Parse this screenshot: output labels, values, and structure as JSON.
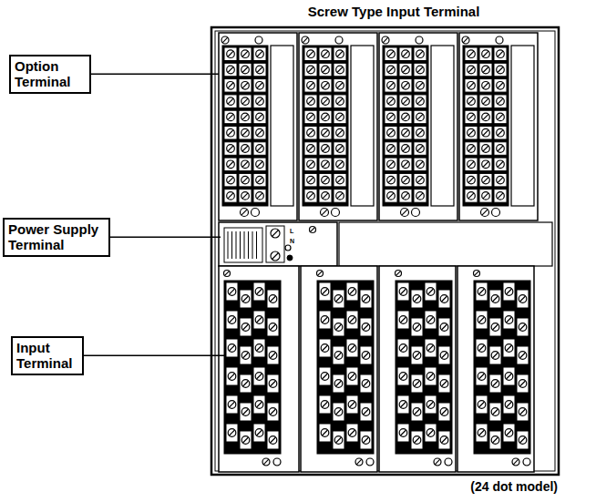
{
  "diagram": {
    "title": "Screw Type Input Terminal",
    "caption": "(24 dot model)",
    "nodes": [
      {
        "text": [
          "Option Terminal"
        ]
      },
      {
        "text": [
          "Power Supply Terminal"
        ]
      },
      {
        "text": [
          "Input Terminal"
        ]
      }
    ],
    "labels": [
      "L",
      "N"
    ]
  }
}
